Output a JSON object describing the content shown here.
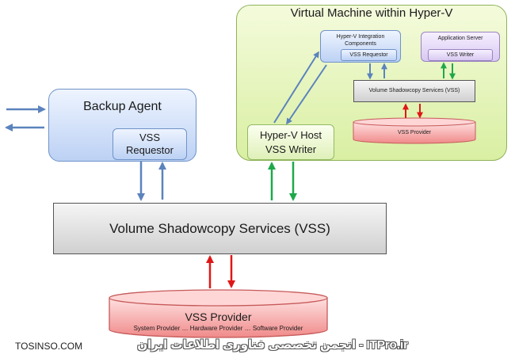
{
  "vm": {
    "title": "Virtual Machine within Hyper-V"
  },
  "backup_agent": {
    "title": "Backup Agent",
    "requestor": "VSS\nRequestor"
  },
  "hyperv_integration": {
    "title": "Hyper-V Integration\nComponents",
    "requestor": "VSS Requestor"
  },
  "app_server": {
    "title": "Application Server",
    "writer": "VSS Writer"
  },
  "vm_vss": {
    "label": "Volume Shadowcopy Services (VSS)"
  },
  "vm_provider": {
    "label": "VSS Provider"
  },
  "host_writer": {
    "label": "Hyper-V Host\nVSS Writer"
  },
  "host_vss": {
    "label": "Volume Shadowcopy Services (VSS)"
  },
  "host_provider": {
    "title": "VSS Provider",
    "subtitle": "System Provider … Hardware Provider … Software Provider"
  },
  "watermark": {
    "left": "TOSINSO.COM",
    "right": "انجمن تخصصی فناوری اطلاعات ایران - ITPro.ir"
  },
  "colors": {
    "blue_arrow": "#5b83bd",
    "green_arrow": "#1fa84a",
    "red_arrow": "#e01616"
  }
}
